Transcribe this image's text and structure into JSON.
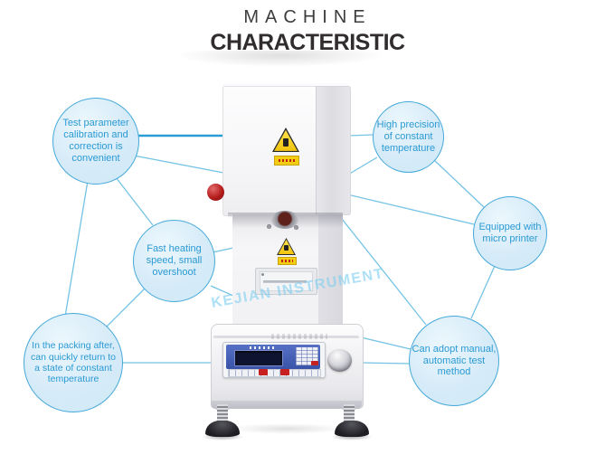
{
  "header": {
    "title_line1": "MACHINE",
    "title_line2": "CHARACTERISTIC"
  },
  "watermark": "KEJIAN INSTRUMENT",
  "features": [
    {
      "id": "top-left",
      "text": "Test parameter\ncalibration and\ncorrection is\nconvenient"
    },
    {
      "id": "top-right",
      "text": "High precision\nof constant\ntemperature"
    },
    {
      "id": "middle-left",
      "text": "Fast heating\nspeed, small\novershoot"
    },
    {
      "id": "middle-right",
      "text": "Equipped with\nmicro printer"
    },
    {
      "id": "bottom-left",
      "text": "In the packing after,\ncan quickly return to\na state of constant\ntemperature"
    },
    {
      "id": "bottom-right",
      "text": "Can adopt manual,\nautomatic test\nmethod"
    }
  ],
  "machine": {
    "description": "melt flow index tester with control panel, micro printer slot and warning labels",
    "icons": [
      "crush-hazard-warning-triangle",
      "crush-hazard-warning-triangle-small"
    ]
  },
  "colors": {
    "bubble_fill": "#d6ebf8",
    "bubble_border": "#45a9da",
    "bubble_text": "#2a9ad4",
    "connector": "#74c3e4",
    "connector_bold": "#2b9cd4",
    "title_text": "#333333",
    "warning_yellow": "#f1c40d",
    "knob_red": "#b51c1c",
    "panel_blue": "#3f5ab0"
  }
}
